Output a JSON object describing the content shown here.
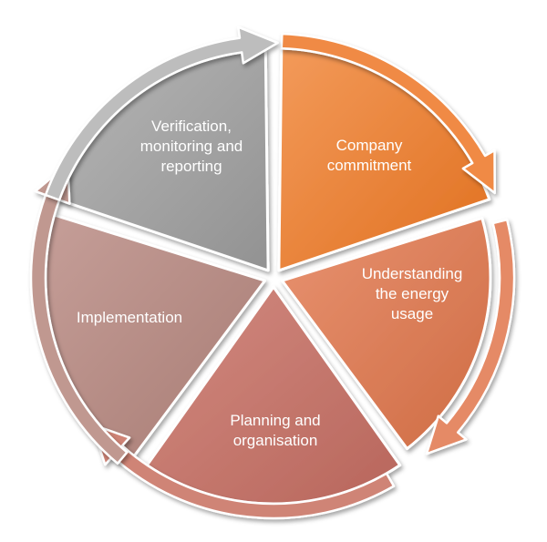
{
  "diagram": {
    "segments": [
      {
        "id": "company-commitment",
        "lines": [
          "Company",
          "commitment"
        ],
        "color": "#ED7D31"
      },
      {
        "id": "understanding-energy-usage",
        "lines": [
          "Understanding",
          "the energy",
          "usage"
        ],
        "color": "#DD7E58"
      },
      {
        "id": "planning-organisation",
        "lines": [
          "Planning and",
          "organisation"
        ],
        "color": "#C6786E"
      },
      {
        "id": "implementation",
        "lines": [
          "Implementation"
        ],
        "color": "#B98E87"
      },
      {
        "id": "verification-monitoring-reporting",
        "lines": [
          "Verification,",
          "monitoring and",
          "reporting"
        ],
        "color": "#A6A6A6"
      }
    ]
  }
}
